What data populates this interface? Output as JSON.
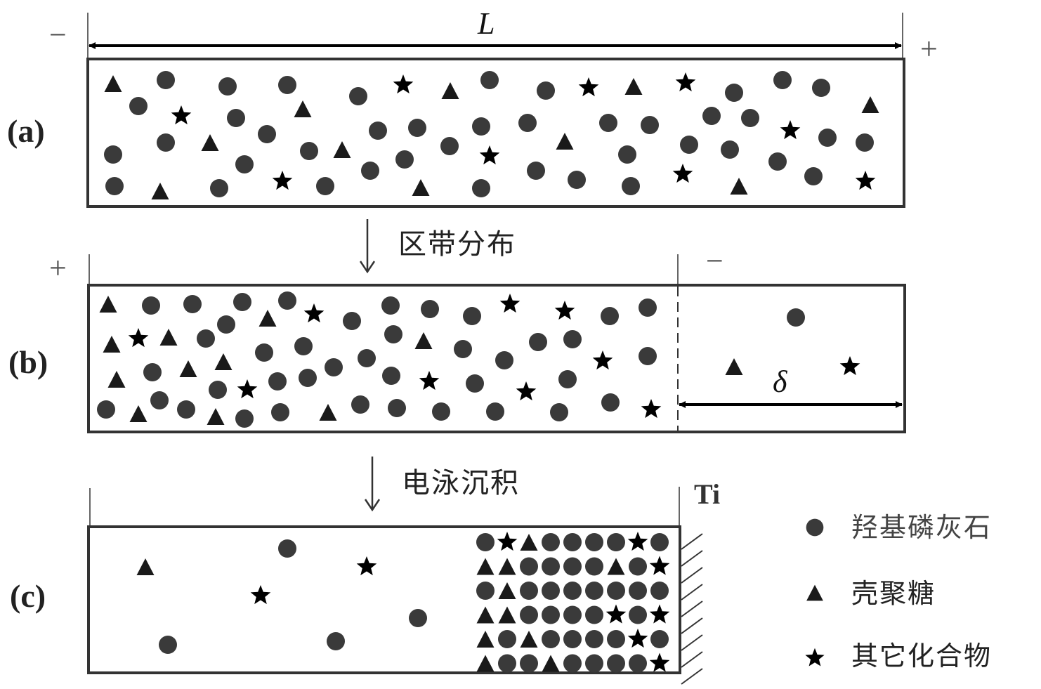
{
  "colors": {
    "circle": "#3a3a3a",
    "triangle": "#1a1a1a",
    "star": "#000000",
    "frame": "#333333",
    "legend_circle_text": "#444444",
    "legend_text": "#222222"
  },
  "panels": {
    "a": {
      "label": "(a)",
      "left_sign": "−",
      "right_sign": "+",
      "dimension_label": "L"
    },
    "b": {
      "label": "(b)",
      "left_sign": "+",
      "right_sign": "−",
      "dimension_label": "δ"
    },
    "c": {
      "label": "(c)",
      "electrode_label": "Ti"
    }
  },
  "steps": {
    "step1": "区带分布",
    "step2": "电泳沉积"
  },
  "legend": [
    {
      "shape": "circle",
      "label": "羟基磷灰石"
    },
    {
      "shape": "triangle",
      "label": "壳聚糖"
    },
    {
      "shape": "star",
      "label": "其它化合物"
    }
  ],
  "particles": {
    "a": [
      [
        "t",
        161,
        119
      ],
      [
        "c",
        236,
        114
      ],
      [
        "c",
        324,
        123
      ],
      [
        "c",
        409,
        121
      ],
      [
        "c",
        510,
        137
      ],
      [
        "s",
        574,
        121
      ],
      [
        "t",
        641,
        129
      ],
      [
        "c",
        697,
        114
      ],
      [
        "c",
        777,
        129
      ],
      [
        "s",
        838,
        125
      ],
      [
        "t",
        902,
        123
      ],
      [
        "s",
        976,
        118
      ],
      [
        "c",
        1045,
        132
      ],
      [
        "c",
        1114,
        114
      ],
      [
        "c",
        1169,
        125
      ],
      [
        "t",
        1239,
        149
      ],
      [
        "c",
        197,
        151
      ],
      [
        "s",
        258,
        165
      ],
      [
        "t",
        431,
        155
      ],
      [
        "c",
        336,
        168
      ],
      [
        "c",
        380,
        191
      ],
      [
        "c",
        538,
        186
      ],
      [
        "c",
        594,
        182
      ],
      [
        "c",
        685,
        180
      ],
      [
        "c",
        751,
        175
      ],
      [
        "c",
        866,
        175
      ],
      [
        "c",
        925,
        178
      ],
      [
        "c",
        1013,
        165
      ],
      [
        "c",
        1068,
        168
      ],
      [
        "s",
        1125,
        186
      ],
      [
        "c",
        1178,
        196
      ],
      [
        "c",
        161,
        220
      ],
      [
        "c",
        236,
        203
      ],
      [
        "t",
        299,
        203
      ],
      [
        "c",
        440,
        215
      ],
      [
        "t",
        487,
        213
      ],
      [
        "c",
        576,
        227
      ],
      [
        "c",
        640,
        208
      ],
      [
        "s",
        697,
        222
      ],
      [
        "t",
        804,
        201
      ],
      [
        "c",
        893,
        220
      ],
      [
        "c",
        981,
        206
      ],
      [
        "c",
        1039,
        213
      ],
      [
        "c",
        1231,
        203
      ],
      [
        "c",
        348,
        234
      ],
      [
        "c",
        527,
        243
      ],
      [
        "c",
        763,
        243
      ],
      [
        "c",
        1107,
        230
      ],
      [
        "s",
        972,
        248
      ],
      [
        "c",
        1158,
        251
      ],
      [
        "c",
        163,
        265
      ],
      [
        "t",
        228,
        272
      ],
      [
        "c",
        312,
        268
      ],
      [
        "s",
        402,
        258
      ],
      [
        "c",
        463,
        265
      ],
      [
        "t",
        599,
        267
      ],
      [
        "c",
        685,
        268
      ],
      [
        "c",
        821,
        256
      ],
      [
        "c",
        898,
        265
      ],
      [
        "t",
        1052,
        265
      ],
      [
        "s",
        1232,
        258
      ]
    ],
    "b": [
      [
        "t",
        154,
        433
      ],
      [
        "c",
        215,
        435
      ],
      [
        "c",
        274,
        433
      ],
      [
        "c",
        345,
        430
      ],
      [
        "c",
        409,
        428
      ],
      [
        "t",
        381,
        453
      ],
      [
        "s",
        447,
        447
      ],
      [
        "c",
        501,
        457
      ],
      [
        "c",
        556,
        435
      ],
      [
        "c",
        612,
        440
      ],
      [
        "c",
        672,
        450
      ],
      [
        "s",
        726,
        433
      ],
      [
        "s",
        804,
        443
      ],
      [
        "c",
        868,
        450
      ],
      [
        "c",
        922,
        438
      ],
      [
        "t",
        159,
        490
      ],
      [
        "s",
        197,
        482
      ],
      [
        "t",
        240,
        480
      ],
      [
        "c",
        322,
        462
      ],
      [
        "c",
        293,
        482
      ],
      [
        "c",
        376,
        502
      ],
      [
        "c",
        432,
        493
      ],
      [
        "c",
        560,
        476
      ],
      [
        "t",
        603,
        485
      ],
      [
        "c",
        659,
        497
      ],
      [
        "c",
        766,
        487
      ],
      [
        "c",
        815,
        483
      ],
      [
        "c",
        718,
        513
      ],
      [
        "s",
        858,
        514
      ],
      [
        "c",
        922,
        507
      ],
      [
        "t",
        166,
        540
      ],
      [
        "c",
        217,
        530
      ],
      [
        "t",
        268,
        525
      ],
      [
        "t",
        318,
        515
      ],
      [
        "c",
        395,
        543
      ],
      [
        "c",
        438,
        538
      ],
      [
        "c",
        475,
        523
      ],
      [
        "c",
        522,
        510
      ],
      [
        "c",
        557,
        535
      ],
      [
        "s",
        611,
        543
      ],
      [
        "c",
        676,
        546
      ],
      [
        "s",
        749,
        558
      ],
      [
        "c",
        808,
        540
      ],
      [
        "c",
        310,
        555
      ],
      [
        "s",
        352,
        555
      ],
      [
        "c",
        227,
        570
      ],
      [
        "c",
        151,
        583
      ],
      [
        "t",
        197,
        589
      ],
      [
        "c",
        265,
        583
      ],
      [
        "t",
        307,
        593
      ],
      [
        "c",
        348,
        596
      ],
      [
        "c",
        399,
        587
      ],
      [
        "t",
        467,
        587
      ],
      [
        "c",
        513,
        576
      ],
      [
        "c",
        565,
        581
      ],
      [
        "c",
        628,
        586
      ],
      [
        "c",
        705,
        586
      ],
      [
        "c",
        796,
        587
      ],
      [
        "c",
        869,
        573
      ],
      [
        "s",
        927,
        583
      ],
      [
        "c",
        1133,
        452
      ],
      [
        "t",
        1045,
        522
      ],
      [
        "s",
        1210,
        522
      ]
    ],
    "c_free": [
      [
        "t",
        207,
        807
      ],
      [
        "c",
        409,
        781
      ],
      [
        "s",
        522,
        807
      ],
      [
        "s",
        371,
        848
      ],
      [
        "c",
        595,
        880
      ],
      [
        "c",
        239,
        918
      ],
      [
        "c",
        478,
        913
      ]
    ],
    "c_grid": [
      "cstccccsc",
      "ttcccctcs",
      "ctccccccc",
      "ttccccscs",
      "tctccccsc",
      "tcctccccs"
    ]
  }
}
